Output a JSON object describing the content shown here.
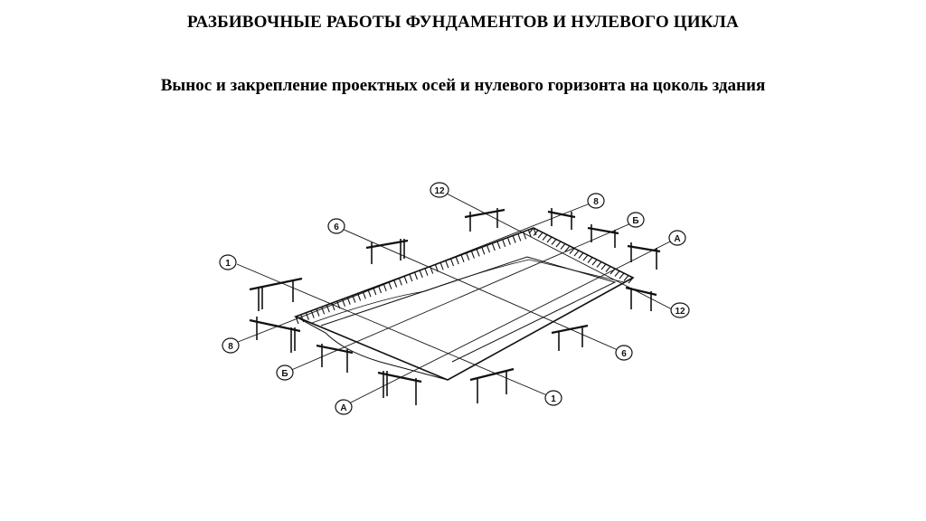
{
  "slide": {
    "title": "РАЗБИВОЧНЫЕ РАБОТЫ ФУНДАМЕНТОВ И НУЛЕВОГО ЦИКЛА",
    "subtitle": "Вынос и закрепление проектных осей и нулевого горизонта на цоколь здания"
  },
  "diagram": {
    "axis_labels": {
      "top_12": "12",
      "top_8": "8",
      "top_6": "6",
      "top_B": "Б",
      "top_A": "А",
      "left_1": "1",
      "left_8": "8",
      "left_B": "Б",
      "left_A": "А",
      "right_12": "12",
      "right_6": "6",
      "bottom_1": "1"
    },
    "colors": {
      "ink": "#111111",
      "background": "#ffffff"
    }
  }
}
